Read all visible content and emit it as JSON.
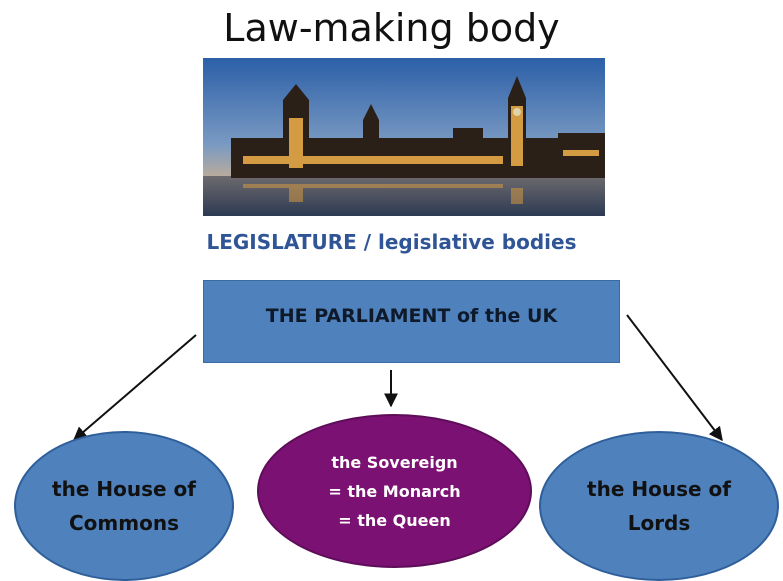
{
  "title": "Law-making body",
  "subtitle": "LEGISLATURE / legislative bodies",
  "parliament": {
    "label": "THE PARLIAMENT of the UK"
  },
  "branches": {
    "commons": "the House of\nCommons",
    "sovereign": "the Sovereign\n= the Monarch\n= the Queen",
    "lords": "the House of\nLords"
  },
  "colors": {
    "box_blue": "#4f81bd",
    "sovereign_purple": "#7b1173",
    "subtitle_blue": "#2f5597"
  },
  "image": {
    "icon": "houses-of-parliament-photo"
  }
}
